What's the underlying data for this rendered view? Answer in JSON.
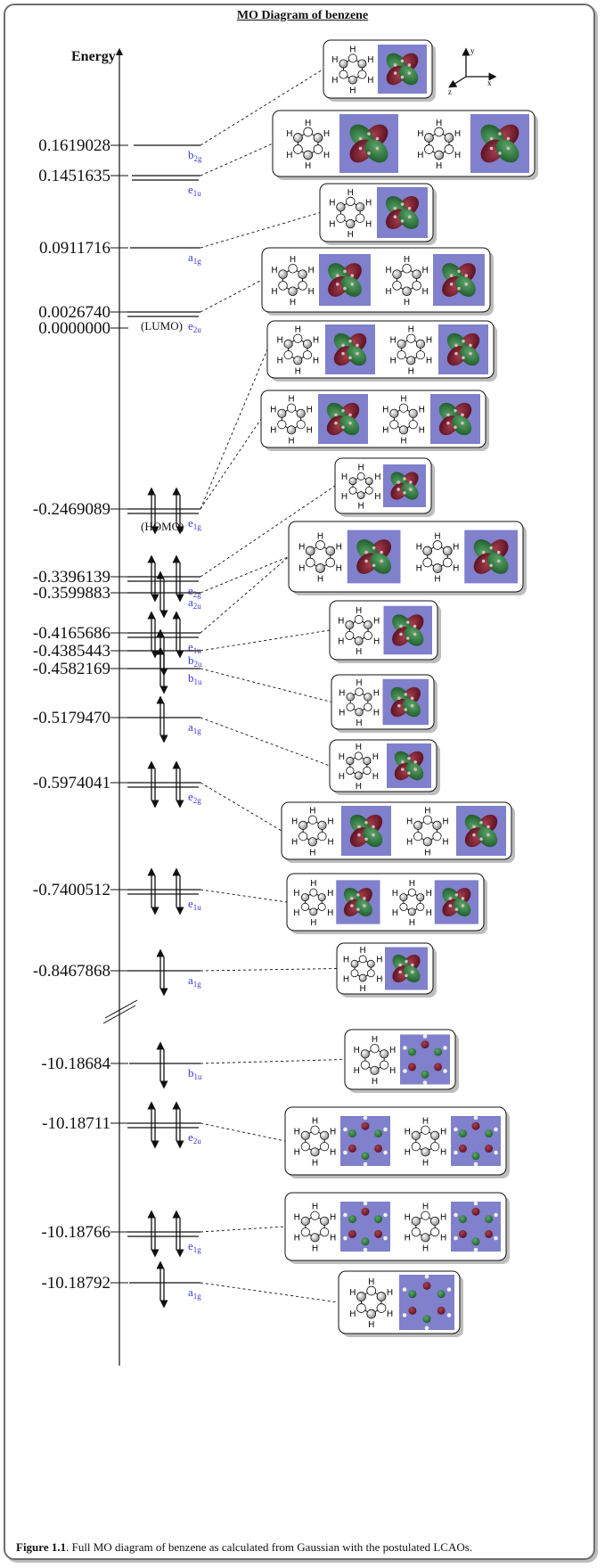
{
  "title": "MO Diagram of benzene",
  "axis_label": "Energy",
  "caption": {
    "bold": "Figure 1.1",
    "text": ". Full MO diagram of benzene as calculated from Gaussian with the postulated LCAOs."
  },
  "colors": {
    "symmetry_label": "#3a3ad0",
    "orbital_background": "#8080cc",
    "lobe_positive": "#2e7a3a",
    "lobe_negative": "#7a1f2e",
    "line": "#111111"
  },
  "axis_glyph": {
    "x": "x",
    "y": "y",
    "z": "z"
  },
  "annotations": {
    "lumo": "(LUMO)",
    "homo": "(HOMO)"
  },
  "chart_data": {
    "type": "energy-level-diagram",
    "title": "MO Diagram of benzene",
    "ylabel": "Energy",
    "axis_break_between": [
      -0.8467868,
      -10.18684
    ],
    "levels": [
      {
        "energy": "0.1619028",
        "symmetry": "b",
        "sub": "2g",
        "degenerate": 1,
        "electrons": 0,
        "orbitals": 1
      },
      {
        "energy": "0.1451635",
        "symmetry": "e",
        "sub": "1u",
        "degenerate": 2,
        "electrons": 0,
        "orbitals": 2
      },
      {
        "energy": "0.0911716",
        "symmetry": "a",
        "sub": "1g",
        "degenerate": 1,
        "electrons": 0,
        "orbitals": 1
      },
      {
        "energy": "0.0026740",
        "symmetry": "e",
        "sub": "2u",
        "degenerate": 2,
        "electrons": 0,
        "orbitals": 2,
        "note": "(LUMO)"
      },
      {
        "energy": "0.0000000",
        "symmetry": "",
        "sub": "",
        "degenerate": 0,
        "electrons": 0,
        "orbitals": 0
      },
      {
        "energy": "-0.2469089",
        "symmetry": "e",
        "sub": "1g",
        "degenerate": 2,
        "electrons": 4,
        "orbitals": 2,
        "note": "(HOMO)"
      },
      {
        "energy": "-0.3396139",
        "symmetry": "e",
        "sub": "2g",
        "degenerate": 2,
        "electrons": 4,
        "orbitals": 2
      },
      {
        "energy": "-0.3599883",
        "symmetry": "a",
        "sub": "2u",
        "degenerate": 1,
        "electrons": 2,
        "orbitals": 1
      },
      {
        "energy": "-0.4165686",
        "symmetry": "e",
        "sub": "1u",
        "degenerate": 2,
        "electrons": 4,
        "orbitals": 2
      },
      {
        "energy": "-0.4385443",
        "symmetry": "b",
        "sub": "2u",
        "degenerate": 1,
        "electrons": 2,
        "orbitals": 1
      },
      {
        "energy": "-0.4582169",
        "symmetry": "b",
        "sub": "1u",
        "degenerate": 1,
        "electrons": 2,
        "orbitals": 1
      },
      {
        "energy": "-0.5179470",
        "symmetry": "a",
        "sub": "1g",
        "degenerate": 1,
        "electrons": 2,
        "orbitals": 1
      },
      {
        "energy": "-0.5974041",
        "symmetry": "e",
        "sub": "2g",
        "degenerate": 2,
        "electrons": 4,
        "orbitals": 2
      },
      {
        "energy": "-0.7400512",
        "symmetry": "e",
        "sub": "1u",
        "degenerate": 2,
        "electrons": 4,
        "orbitals": 2
      },
      {
        "energy": "-0.8467868",
        "symmetry": "a",
        "sub": "1g",
        "degenerate": 1,
        "electrons": 2,
        "orbitals": 1
      },
      {
        "energy": "-10.18684",
        "symmetry": "b",
        "sub": "1u",
        "degenerate": 1,
        "electrons": 2,
        "orbitals": 1
      },
      {
        "energy": "-10.18711",
        "symmetry": "e",
        "sub": "2u",
        "degenerate": 2,
        "electrons": 4,
        "orbitals": 2
      },
      {
        "energy": "-10.18766",
        "symmetry": "e",
        "sub": "1g",
        "degenerate": 2,
        "electrons": 4,
        "orbitals": 2
      },
      {
        "energy": "-10.18792",
        "symmetry": "a",
        "sub": "1g",
        "degenerate": 1,
        "electrons": 2,
        "orbitals": 1
      }
    ]
  }
}
